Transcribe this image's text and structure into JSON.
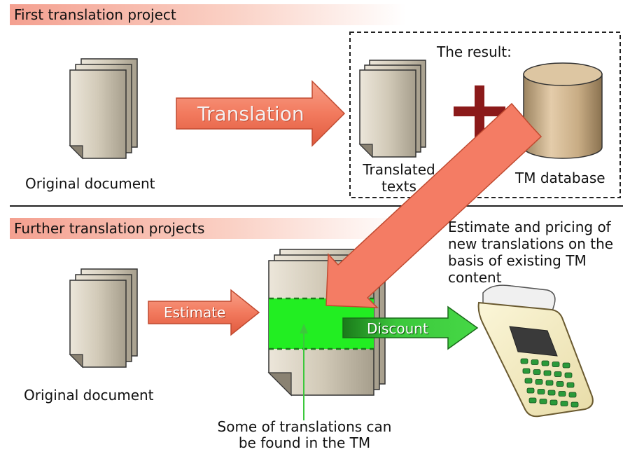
{
  "sections": {
    "first": {
      "title": "First translation project"
    },
    "further": {
      "title": "Further translation projects"
    }
  },
  "first_project": {
    "source_label": "Original document",
    "arrow_label": "Translation",
    "result_title": "The result:",
    "translated_label": "Translated\ntexts",
    "tm_label": "TM database"
  },
  "further_project": {
    "source_label": "Original document",
    "estimate_label": "Estimate",
    "discount_label": "Discount",
    "pricing_note": "Estimate and pricing of\nnew translations on the\nbasis of existing TM\ncontent",
    "tm_match_note": "Some of translations can\nbe found in the TM"
  },
  "colors": {
    "header_gradient_start": "#f4a090",
    "arrow_salmon": "#f47c64",
    "arrow_green": "#3cc83c",
    "highlight_green": "#22ee22",
    "plus_red": "#8b1a1a",
    "paper": "#d8d0c0",
    "cylinder": "#d2b890"
  }
}
